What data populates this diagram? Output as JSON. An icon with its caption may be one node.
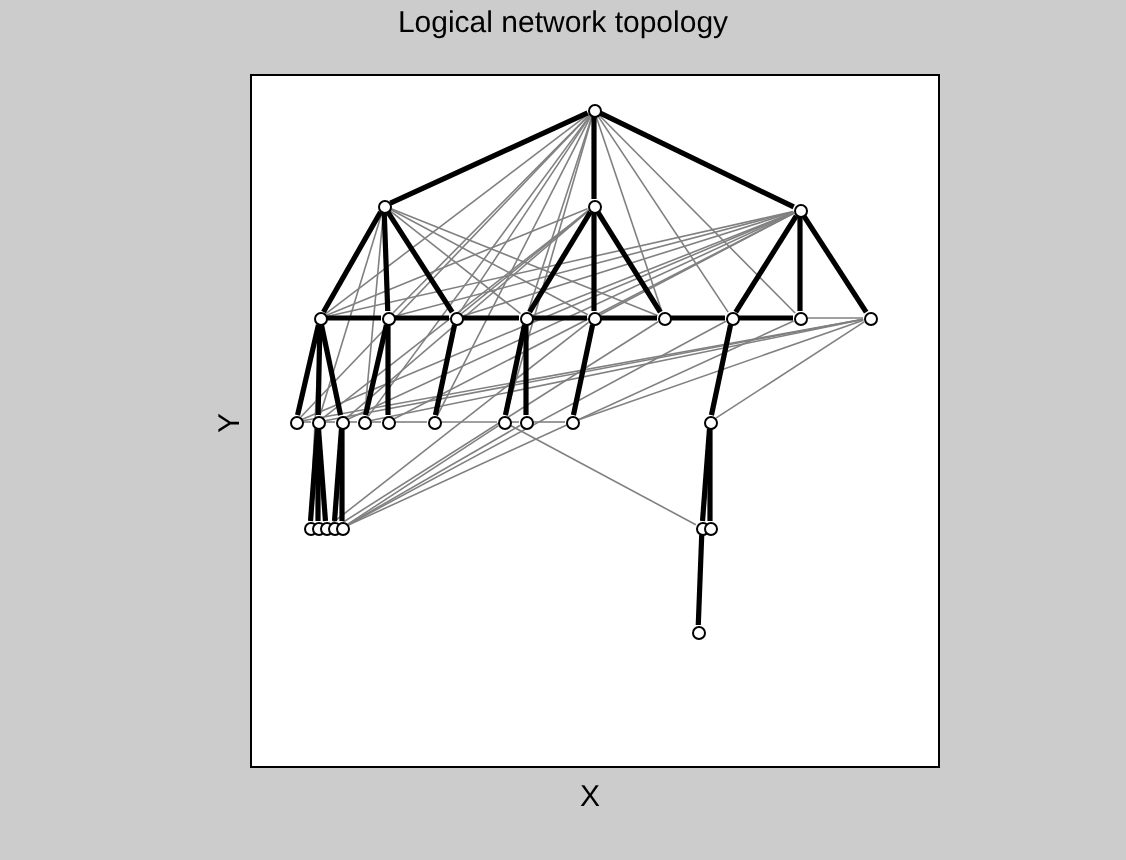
{
  "diagram": {
    "title": "Logical network topology",
    "nodes": [
      {
        "text": [],
        "shape": "circle"
      },
      {
        "text": [],
        "shape": "circle"
      },
      {
        "text": [],
        "shape": "circle"
      },
      {
        "text": [],
        "shape": "circle"
      },
      {
        "text": [],
        "shape": "circle"
      },
      {
        "text": [],
        "shape": "circle"
      },
      {
        "text": [],
        "shape": "circle"
      },
      {
        "text": [],
        "shape": "circle"
      },
      {
        "text": [],
        "shape": "circle"
      },
      {
        "text": [],
        "shape": "circle"
      },
      {
        "text": [],
        "shape": "circle"
      },
      {
        "text": [],
        "shape": "circle"
      },
      {
        "text": [],
        "shape": "circle"
      },
      {
        "text": [],
        "shape": "circle"
      },
      {
        "text": [],
        "shape": "circle"
      },
      {
        "text": [],
        "shape": "circle"
      },
      {
        "text": [],
        "shape": "circle"
      },
      {
        "text": [],
        "shape": "circle"
      },
      {
        "text": [],
        "shape": "circle"
      },
      {
        "text": [],
        "shape": "circle"
      },
      {
        "text": [],
        "shape": "circle"
      },
      {
        "text": [],
        "shape": "circle"
      },
      {
        "text": [],
        "shape": "circle"
      },
      {
        "text": [],
        "shape": "circle"
      },
      {
        "text": [],
        "shape": "circle"
      },
      {
        "text": [],
        "shape": "circle"
      },
      {
        "text": [],
        "shape": "circle"
      },
      {
        "text": [],
        "shape": "circle"
      },
      {
        "text": [],
        "shape": "circle"
      },
      {
        "text": [],
        "shape": "circle"
      },
      {
        "text": [],
        "shape": "circle"
      }
    ],
    "edges": [
      {
        "from": 0,
        "to": 1,
        "arrow": "none",
        "style": "thick",
        "color": "#000000"
      },
      {
        "from": 0,
        "to": 2,
        "arrow": "none",
        "style": "thick",
        "color": "#000000"
      },
      {
        "from": 0,
        "to": 3,
        "arrow": "none",
        "style": "thick",
        "color": "#000000"
      },
      {
        "from": 1,
        "to": 4,
        "arrow": "none",
        "style": "thick",
        "color": "#000000"
      },
      {
        "from": 1,
        "to": 5,
        "arrow": "none",
        "style": "thick",
        "color": "#000000"
      },
      {
        "from": 1,
        "to": 6,
        "arrow": "none",
        "style": "thick",
        "color": "#000000"
      },
      {
        "from": 2,
        "to": 7,
        "arrow": "none",
        "style": "thick",
        "color": "#000000"
      },
      {
        "from": 2,
        "to": 8,
        "arrow": "none",
        "style": "thick",
        "color": "#000000"
      },
      {
        "from": 2,
        "to": 9,
        "arrow": "none",
        "style": "thick",
        "color": "#000000"
      },
      {
        "from": 3,
        "to": 10,
        "arrow": "none",
        "style": "thick",
        "color": "#000000"
      },
      {
        "from": 3,
        "to": 11,
        "arrow": "none",
        "style": "thick",
        "color": "#000000"
      },
      {
        "from": 3,
        "to": 12,
        "arrow": "none",
        "style": "thick",
        "color": "#000000"
      },
      {
        "from": 4,
        "to": 5,
        "arrow": "none",
        "style": "thick",
        "color": "#000000"
      },
      {
        "from": 5,
        "to": 6,
        "arrow": "none",
        "style": "thick",
        "color": "#000000"
      },
      {
        "from": 6,
        "to": 7,
        "arrow": "none",
        "style": "thick",
        "color": "#000000"
      },
      {
        "from": 7,
        "to": 8,
        "arrow": "none",
        "style": "thick",
        "color": "#000000"
      },
      {
        "from": 8,
        "to": 9,
        "arrow": "none",
        "style": "thick",
        "color": "#000000"
      },
      {
        "from": 9,
        "to": 10,
        "arrow": "none",
        "style": "thick",
        "color": "#000000"
      },
      {
        "from": 10,
        "to": 11,
        "arrow": "none",
        "style": "thick",
        "color": "#000000"
      },
      {
        "from": 4,
        "to": 13,
        "arrow": "none",
        "style": "thick",
        "color": "#000000"
      },
      {
        "from": 4,
        "to": 14,
        "arrow": "none",
        "style": "thick",
        "color": "#000000"
      },
      {
        "from": 4,
        "to": 15,
        "arrow": "none",
        "style": "thick",
        "color": "#000000"
      },
      {
        "from": 5,
        "to": 16,
        "arrow": "none",
        "style": "thick",
        "color": "#000000"
      },
      {
        "from": 5,
        "to": 17,
        "arrow": "none",
        "style": "thick",
        "color": "#000000"
      },
      {
        "from": 6,
        "to": 18,
        "arrow": "none",
        "style": "thick",
        "color": "#000000"
      },
      {
        "from": 7,
        "to": 19,
        "arrow": "none",
        "style": "thick",
        "color": "#000000"
      },
      {
        "from": 7,
        "to": 20,
        "arrow": "none",
        "style": "thick",
        "color": "#000000"
      },
      {
        "from": 8,
        "to": 21,
        "arrow": "none",
        "style": "thick",
        "color": "#000000"
      },
      {
        "from": 10,
        "to": 22,
        "arrow": "none",
        "style": "thick",
        "color": "#000000"
      },
      {
        "from": 14,
        "to": 23,
        "arrow": "none",
        "style": "thick",
        "color": "#000000"
      },
      {
        "from": 14,
        "to": 24,
        "arrow": "none",
        "style": "thick",
        "color": "#000000"
      },
      {
        "from": 14,
        "to": 25,
        "arrow": "none",
        "style": "thick",
        "color": "#000000"
      },
      {
        "from": 15,
        "to": 26,
        "arrow": "none",
        "style": "thick",
        "color": "#000000"
      },
      {
        "from": 15,
        "to": 27,
        "arrow": "none",
        "style": "thick",
        "color": "#000000"
      },
      {
        "from": 22,
        "to": 28,
        "arrow": "none",
        "style": "thick",
        "color": "#000000"
      },
      {
        "from": 22,
        "to": 29,
        "arrow": "none",
        "style": "thick",
        "color": "#000000"
      },
      {
        "from": 28,
        "to": 30,
        "arrow": "none",
        "style": "thick",
        "color": "#000000"
      },
      {
        "from": 13,
        "to": 14,
        "arrow": "none"
      },
      {
        "from": 14,
        "to": 15,
        "arrow": "none"
      },
      {
        "from": 15,
        "to": 16,
        "arrow": "none"
      },
      {
        "from": 16,
        "to": 17,
        "arrow": "none"
      },
      {
        "from": 17,
        "to": 18,
        "arrow": "none"
      },
      {
        "from": 18,
        "to": 19,
        "arrow": "none"
      },
      {
        "from": 19,
        "to": 20,
        "arrow": "none"
      },
      {
        "from": 20,
        "to": 21,
        "arrow": "none"
      },
      {
        "from": 11,
        "to": 12,
        "arrow": "none"
      },
      {
        "from": 0,
        "to": 4,
        "arrow": "none"
      },
      {
        "from": 0,
        "to": 5,
        "arrow": "none"
      },
      {
        "from": 0,
        "to": 6,
        "arrow": "none"
      },
      {
        "from": 0,
        "to": 7,
        "arrow": "none"
      },
      {
        "from": 0,
        "to": 9,
        "arrow": "none"
      },
      {
        "from": 0,
        "to": 10,
        "arrow": "none"
      },
      {
        "from": 0,
        "to": 11,
        "arrow": "none"
      },
      {
        "from": 0,
        "to": 13,
        "arrow": "none"
      },
      {
        "from": 0,
        "to": 16,
        "arrow": "none"
      },
      {
        "from": 0,
        "to": 18,
        "arrow": "none"
      },
      {
        "from": 0,
        "to": 19,
        "arrow": "none"
      },
      {
        "from": 1,
        "to": 7,
        "arrow": "none"
      },
      {
        "from": 1,
        "to": 8,
        "arrow": "none"
      },
      {
        "from": 1,
        "to": 9,
        "arrow": "none"
      },
      {
        "from": 1,
        "to": 14,
        "arrow": "none"
      },
      {
        "from": 1,
        "to": 16,
        "arrow": "none"
      },
      {
        "from": 2,
        "to": 4,
        "arrow": "none"
      },
      {
        "from": 2,
        "to": 6,
        "arrow": "none"
      },
      {
        "from": 2,
        "to": 14,
        "arrow": "none"
      },
      {
        "from": 2,
        "to": 15,
        "arrow": "none"
      },
      {
        "from": 3,
        "to": 4,
        "arrow": "none"
      },
      {
        "from": 3,
        "to": 5,
        "arrow": "none"
      },
      {
        "from": 3,
        "to": 6,
        "arrow": "none"
      },
      {
        "from": 3,
        "to": 7,
        "arrow": "none"
      },
      {
        "from": 3,
        "to": 8,
        "arrow": "none"
      },
      {
        "from": 3,
        "to": 13,
        "arrow": "none"
      },
      {
        "from": 3,
        "to": 15,
        "arrow": "none"
      },
      {
        "from": 3,
        "to": 17,
        "arrow": "none"
      },
      {
        "from": 12,
        "to": 13,
        "arrow": "none"
      },
      {
        "from": 12,
        "to": 14,
        "arrow": "none"
      },
      {
        "from": 12,
        "to": 16,
        "arrow": "none"
      },
      {
        "from": 12,
        "to": 21,
        "arrow": "none"
      },
      {
        "from": 12,
        "to": 22,
        "arrow": "none"
      },
      {
        "from": 27,
        "to": 10,
        "arrow": "none"
      },
      {
        "from": 27,
        "to": 11,
        "arrow": "none"
      },
      {
        "from": 26,
        "to": 9,
        "arrow": "none"
      },
      {
        "from": 25,
        "to": 8,
        "arrow": "none"
      },
      {
        "from": 27,
        "to": 19,
        "arrow": "none"
      },
      {
        "from": 27,
        "to": 20,
        "arrow": "none"
      },
      {
        "from": 23,
        "to": 4,
        "arrow": "none"
      },
      {
        "from": 19,
        "to": 28,
        "arrow": "none"
      }
    ],
    "labels": [
      "Y",
      "X"
    ]
  }
}
